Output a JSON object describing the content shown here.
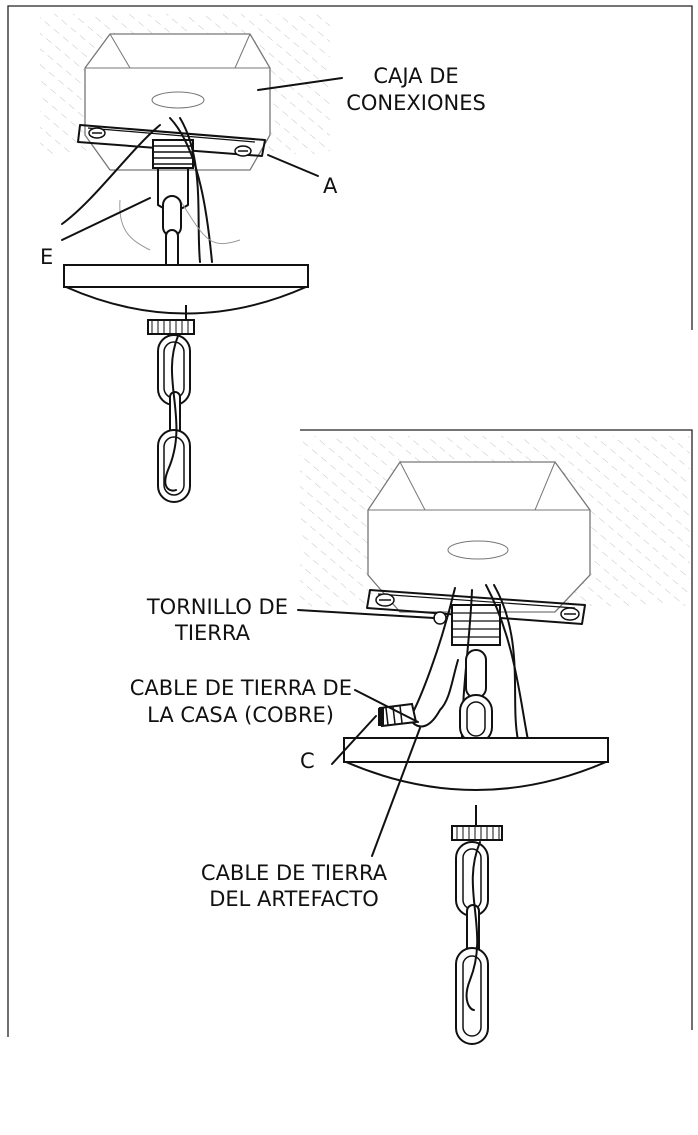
{
  "diagram_top": {
    "labels": {
      "junction_box_line1": "CAJA DE",
      "junction_box_line2": "CONEXIONES",
      "bracket": "A",
      "threaded_pipe": "E"
    }
  },
  "diagram_bottom": {
    "labels": {
      "ground_screw_line1": "TORNILLO DE",
      "ground_screw_line2": "TIERRA",
      "house_ground_line1": "CABLE DE TIERRA DE",
      "house_ground_line2": "LA CASA (COBRE)",
      "wire_nut": "C",
      "fixture_ground_line1": "CABLE DE TIERRA",
      "fixture_ground_line2": "DEL ARTEFACTO"
    }
  },
  "colors": {
    "ink": "#111111",
    "hatch": "#bdbdbd",
    "background": "#ffffff"
  }
}
